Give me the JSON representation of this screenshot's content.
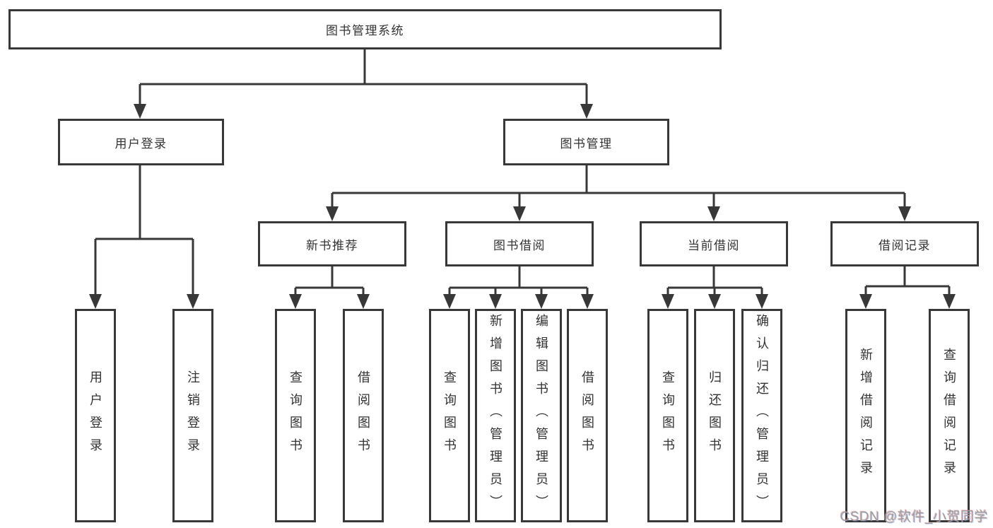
{
  "watermark": "CSDN @软件_小贺同学",
  "colors": {
    "line": "#383838",
    "box_border": "#383838",
    "text": "#333333",
    "watermark_text": "#9b9b9b",
    "background": "#ffffff"
  },
  "tree": {
    "label": "图书管理系统",
    "children": [
      {
        "label": "用户登录",
        "children": [
          {
            "label": "用户登录"
          },
          {
            "label": "注销登录"
          }
        ]
      },
      {
        "label": "图书管理",
        "children": [
          {
            "label": "新书推荐",
            "children": [
              {
                "label": "查询图书"
              },
              {
                "label": "借阅图书"
              }
            ]
          },
          {
            "label": "图书借阅",
            "children": [
              {
                "label": "查询图书"
              },
              {
                "label": "新增图书（管理员）"
              },
              {
                "label": "编辑图书（管理员）"
              },
              {
                "label": "借阅图书"
              }
            ]
          },
          {
            "label": "当前借阅",
            "children": [
              {
                "label": "查询图书"
              },
              {
                "label": "归还图书"
              },
              {
                "label": "确认归还（管理员）"
              }
            ]
          },
          {
            "label": "借阅记录",
            "children": [
              {
                "label": "新增借阅记录"
              },
              {
                "label": "查询借阅记录"
              }
            ]
          }
        ]
      }
    ]
  }
}
